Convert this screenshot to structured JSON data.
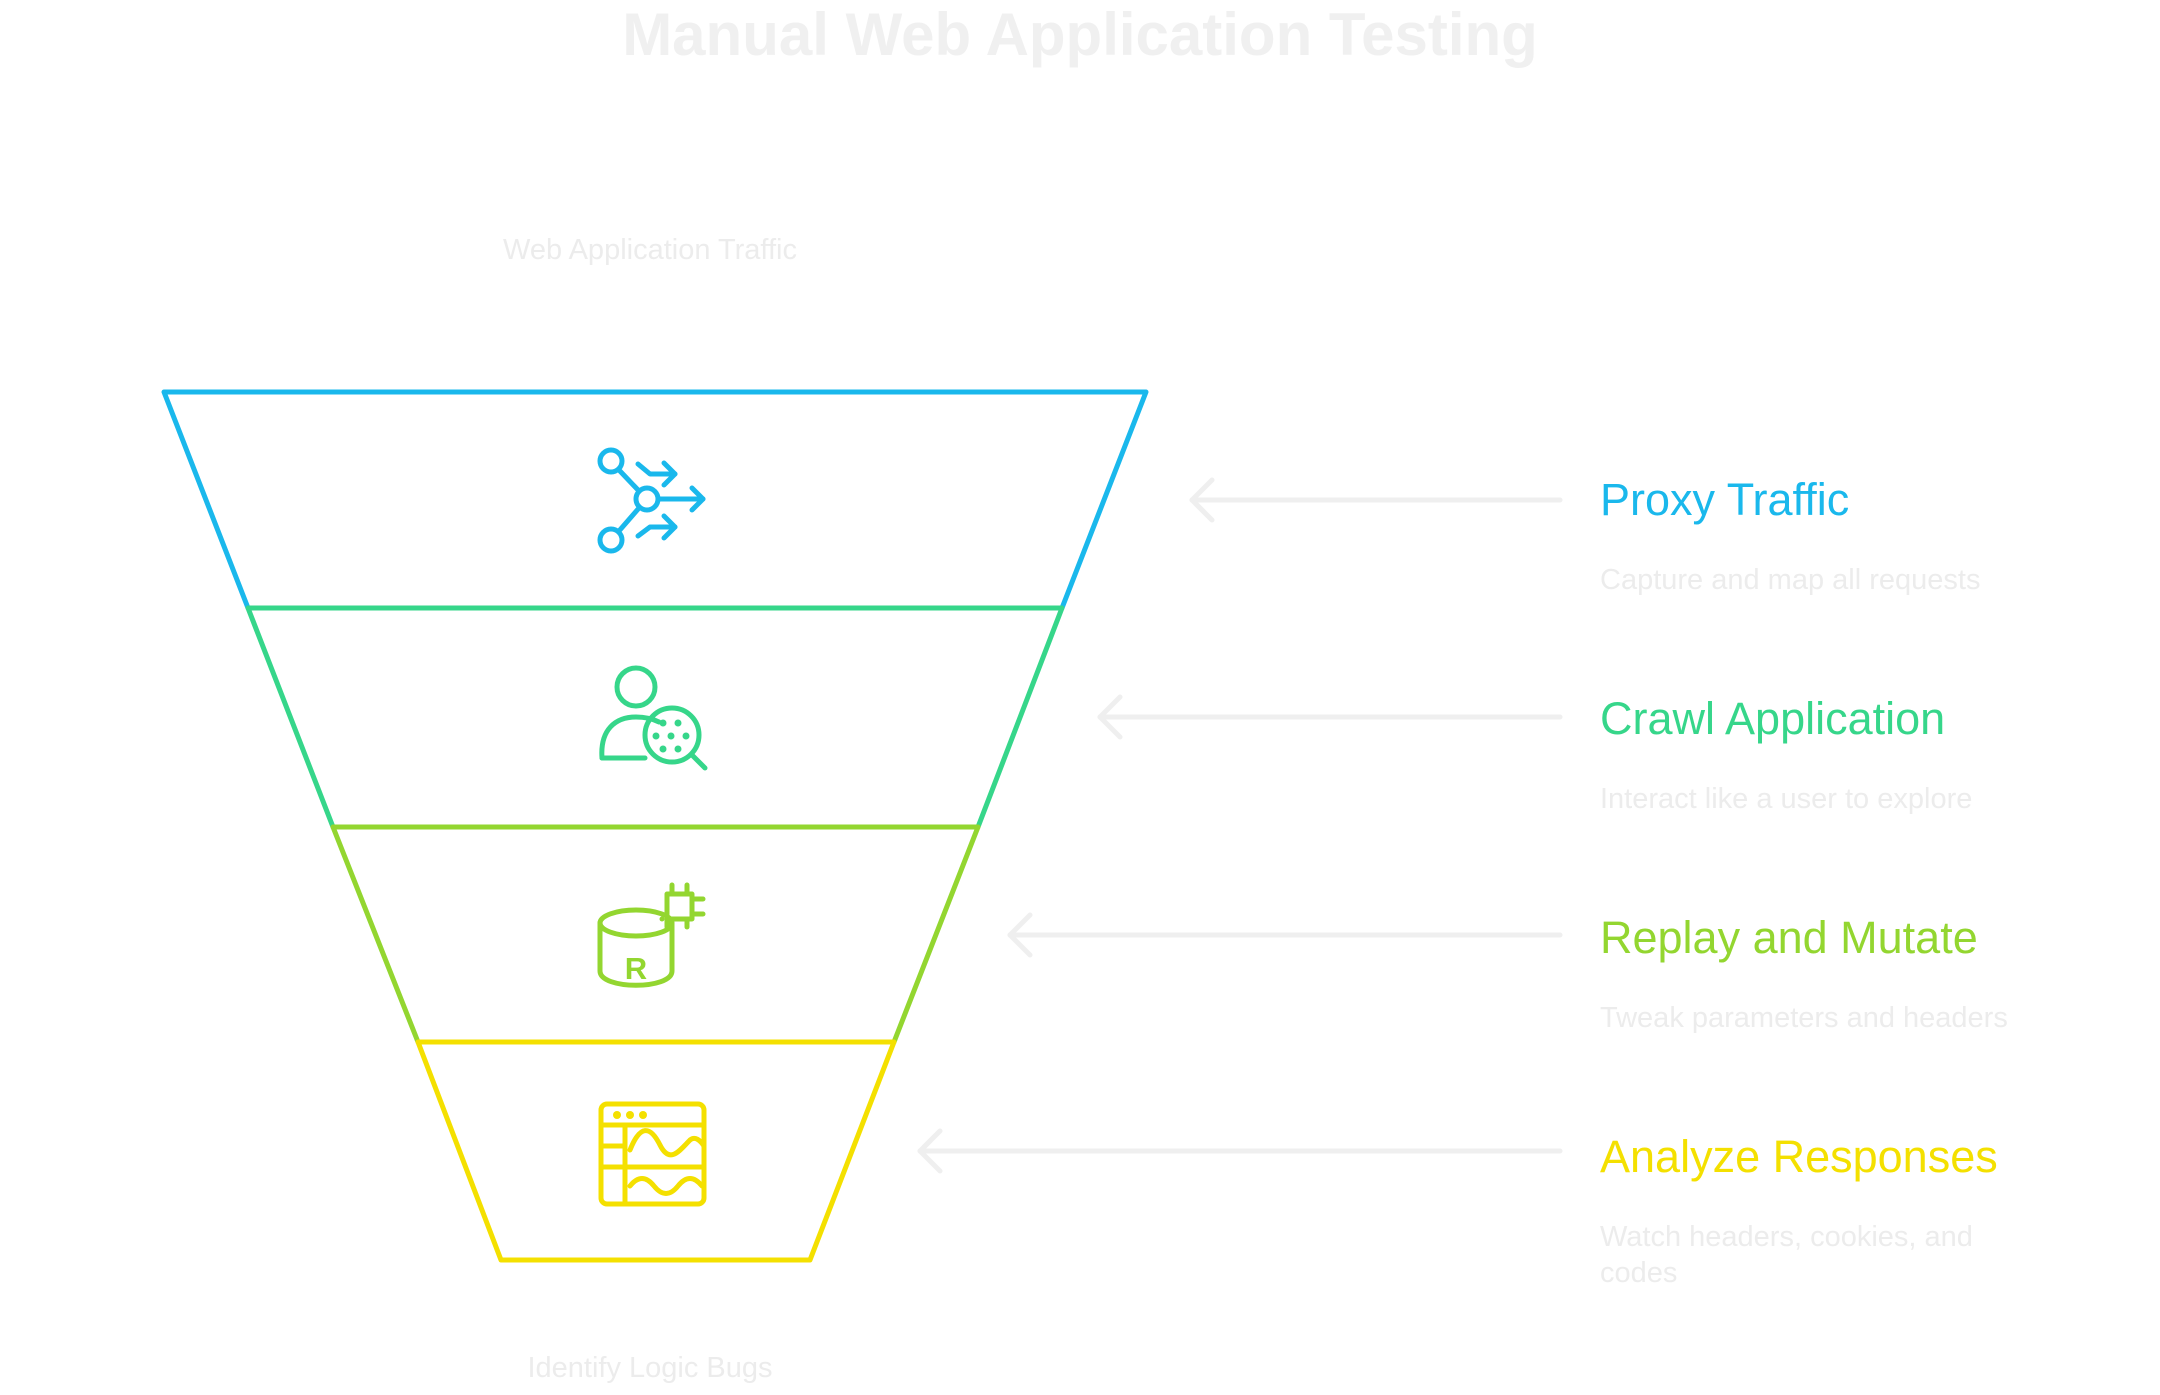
{
  "title": "Manual Web Application Testing",
  "input_label": "Web Application Traffic",
  "output_label": "Identify Logic Bugs",
  "colors": {
    "muted_text": "#ececec",
    "arrow": "#efefef"
  },
  "stages": [
    {
      "title": "Proxy Traffic",
      "description": "Capture and map all requests",
      "color": "#1ab8ec",
      "icon": "network-share-icon"
    },
    {
      "title": "Crawl Application",
      "description": "Interact like a user to explore",
      "color": "#36d68a",
      "icon": "user-search-icon"
    },
    {
      "title": "Replay and Mutate",
      "description": "Tweak parameters and headers",
      "color": "#93d630",
      "icon": "database-chip-icon"
    },
    {
      "title": "Analyze Responses",
      "description": "Watch headers, cookies, and codes",
      "color": "#f4e000",
      "icon": "browser-waveform-icon"
    }
  ]
}
